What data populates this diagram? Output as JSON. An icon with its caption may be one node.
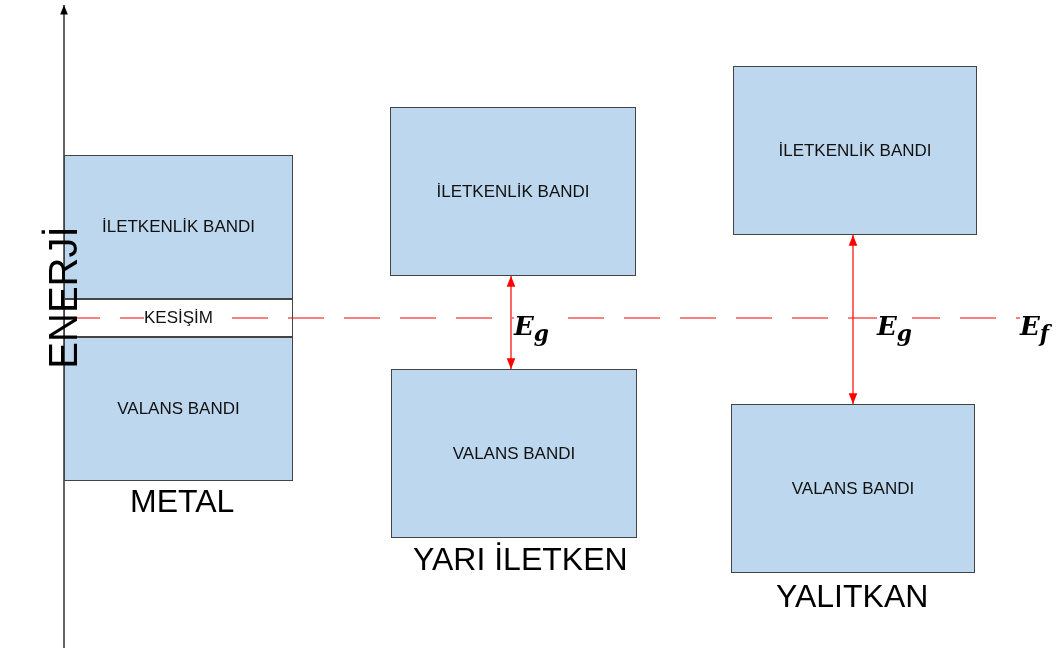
{
  "diagram": {
    "nodes": [
      {
        "text": [
          "İLETKENLİK BANDI"
        ]
      },
      {
        "text": [
          "KESİŞİM"
        ]
      },
      {
        "text": [
          "VALANS BANDI"
        ]
      },
      {
        "text": [
          "İLETKENLİK BANDI"
        ]
      },
      {
        "text": [
          "VALANS BANDI"
        ]
      },
      {
        "text": [
          "İLETKENLİK BANDI"
        ]
      },
      {
        "text": [
          "VALANS BANDI"
        ]
      }
    ],
    "edges": [
      {
        "from": 3,
        "to": 4,
        "arrow": "both",
        "label": "E$_{g}$"
      },
      {
        "from": 5,
        "to": 6,
        "arrow": "both",
        "label": "E$_{g}$"
      }
    ],
    "labels": [
      "ENERJİ",
      "METAL",
      "YARI İLETKEN",
      "YALITKAN",
      "E$_{f}$"
    ]
  }
}
